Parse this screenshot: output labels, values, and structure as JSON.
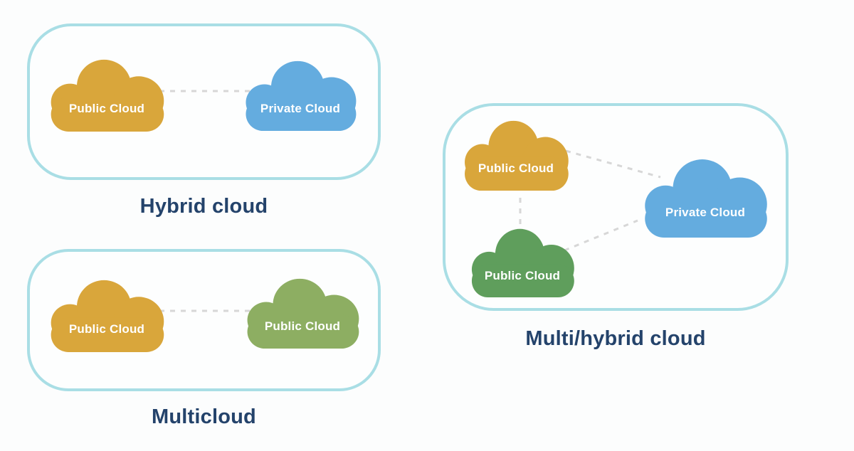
{
  "page": {
    "background": "#fcfdfd"
  },
  "colors": {
    "box_border": "#a9dee5",
    "public_yellow": "#d9a63b",
    "private_blue": "#64acdf",
    "public_olive": "#8dae62",
    "public_green": "#5f9e5c",
    "connector_gray": "#d7d7d7",
    "caption_navy": "#24436b",
    "cloud_label_white": "#ffffff"
  },
  "groups": [
    {
      "caption": "Hybrid cloud",
      "clouds": [
        {
          "label": "Public Cloud",
          "color": "public_yellow"
        },
        {
          "label": "Private Cloud",
          "color": "private_blue"
        }
      ],
      "connections": [
        [
          0,
          1
        ]
      ]
    },
    {
      "caption": "Multicloud",
      "clouds": [
        {
          "label": "Public Cloud",
          "color": "public_yellow"
        },
        {
          "label": "Public Cloud",
          "color": "public_olive"
        }
      ],
      "connections": [
        [
          0,
          1
        ]
      ]
    },
    {
      "caption": "Multi/hybrid cloud",
      "clouds": [
        {
          "label": "Public Cloud",
          "color": "public_yellow"
        },
        {
          "label": "Private Cloud",
          "color": "private_blue"
        },
        {
          "label": "Public Cloud",
          "color": "public_green"
        }
      ],
      "connections": [
        [
          0,
          1
        ],
        [
          0,
          2
        ],
        [
          2,
          1
        ]
      ]
    }
  ]
}
